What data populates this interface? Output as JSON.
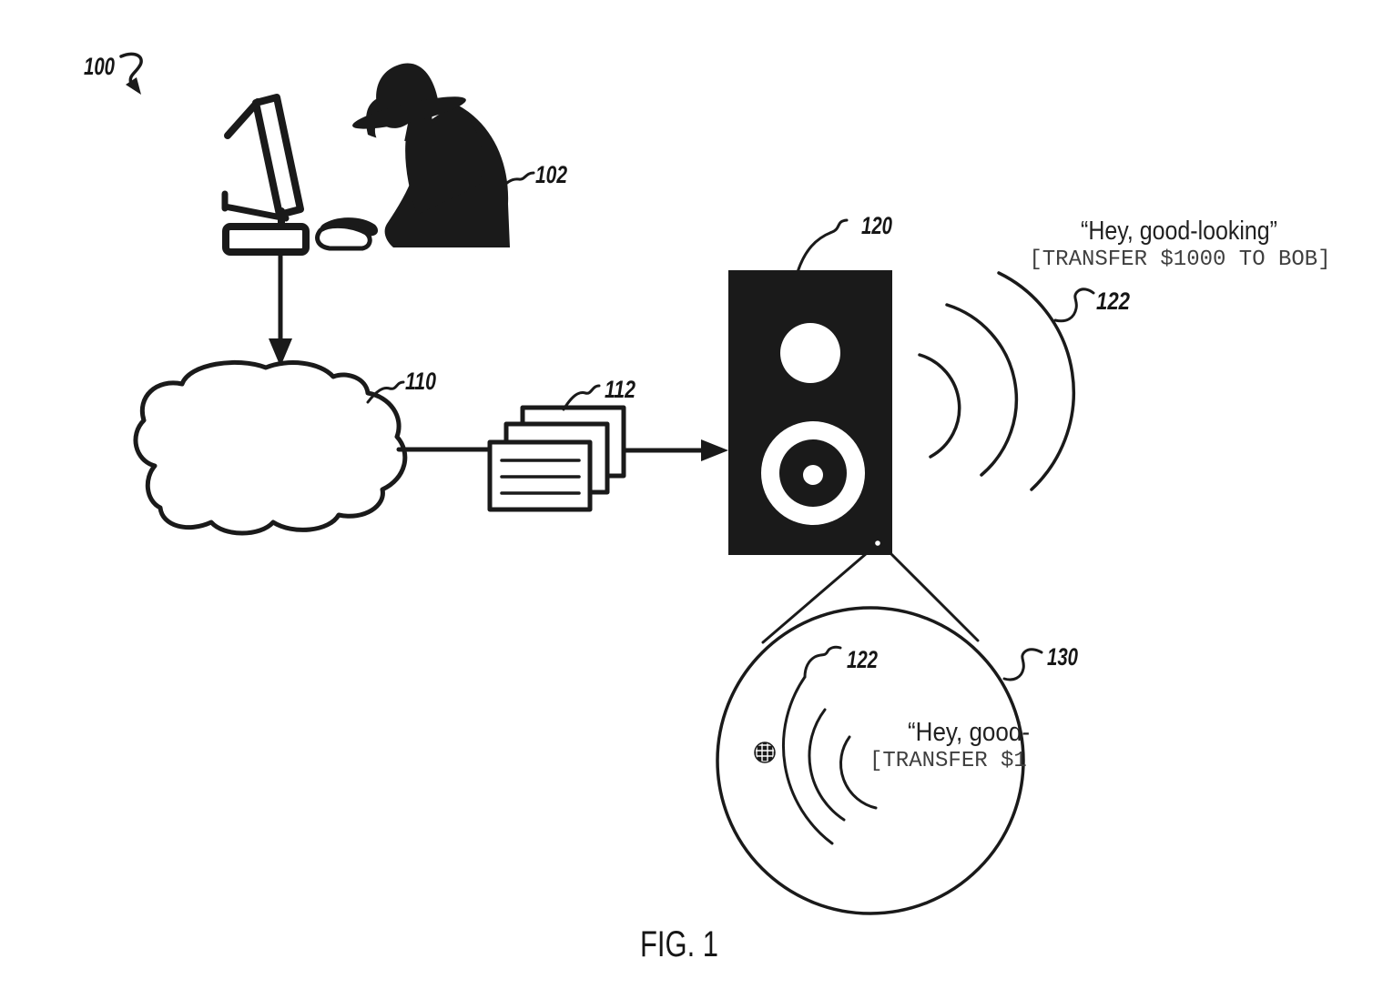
{
  "figure": {
    "caption": "FIG. 1",
    "ink_color": "#1a1a1a",
    "paper_color": "#ffffff"
  },
  "refs": {
    "system": "100",
    "attacker": "102",
    "network": "110",
    "packets": "112",
    "speaker": "120",
    "sound_waves": "122",
    "sound_waves_zoom": "122",
    "zoom_view": "130"
  },
  "speech": {
    "spoken_phrase": "“Hey, good-looking”",
    "embedded_command": "[TRANSFER $1000 TO BOB]"
  },
  "zoom_speech": {
    "spoken_phrase_clipped": "“Hey, good-",
    "embedded_command_clipped": "[TRANSFER $1"
  }
}
